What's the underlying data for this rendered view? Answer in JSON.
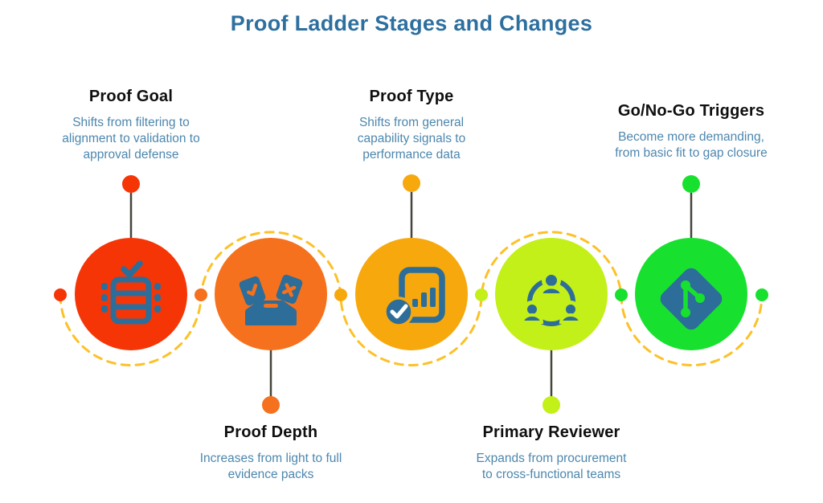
{
  "title": "Proof Ladder Stages and Changes",
  "palette": {
    "title_blue": "#2d6f9f",
    "heading_black": "#0f0f0f",
    "desc_blue": "#4d87ae",
    "icon_blue": "#2d6d99",
    "wave_yellow": "#fdc128",
    "stem_gray": "#45453b",
    "white": "#ffffff",
    "background": "#ffffff"
  },
  "stages": [
    {
      "name": "Proof Goal",
      "desc_lines": [
        "Shifts from filtering to",
        "alignment to validation to",
        "approval defense"
      ],
      "color": "#f63507",
      "icon": "checklist-icon",
      "label_position": "top"
    },
    {
      "name": "Proof Depth",
      "desc_lines": [
        "Increases from light to full",
        "evidence packs"
      ],
      "color": "#f5711d",
      "icon": "ballot-box-icon",
      "label_position": "bottom"
    },
    {
      "name": "Proof Type",
      "desc_lines": [
        "Shifts from general",
        "capability signals to",
        "performance data"
      ],
      "color": "#f7a80d",
      "icon": "report-check-icon",
      "label_position": "top"
    },
    {
      "name": "Primary Reviewer",
      "desc_lines": [
        "Expands from procurement",
        "to cross-functional teams"
      ],
      "color": "#c3f019",
      "icon": "team-network-icon",
      "label_position": "bottom"
    },
    {
      "name": "Go/No-Go Triggers",
      "desc_lines": [
        "Become more demanding,",
        "from basic fit to gap closure"
      ],
      "color": "#17e12e",
      "icon": "git-branch-icon",
      "label_position": "top"
    }
  ]
}
